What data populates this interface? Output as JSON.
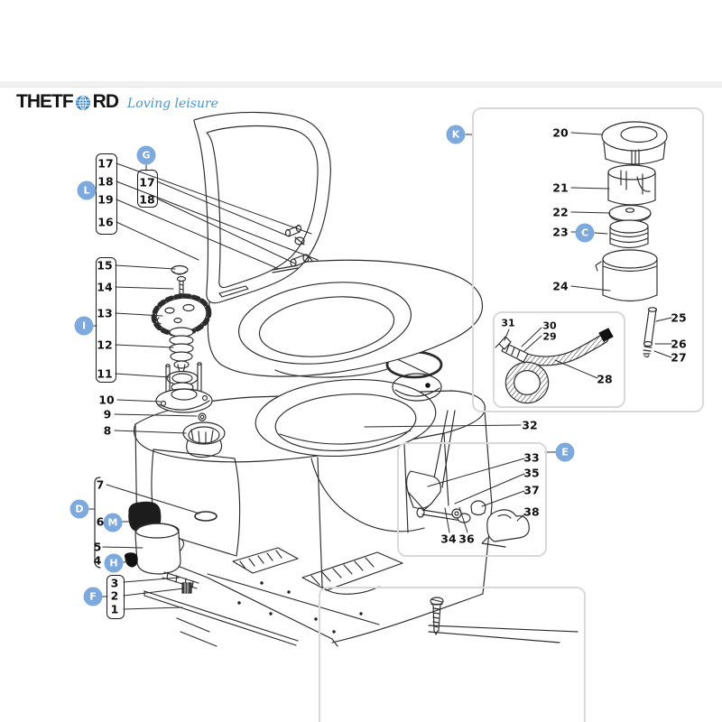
{
  "brand": {
    "name_part1": "THETF",
    "name_part2": "RD",
    "tagline": "Loving leisure"
  },
  "colors": {
    "badge_blue": "#7da9dd",
    "tagline_blue": "#4a96cc",
    "line_black": "#2b2b2b",
    "inset_border_gray": "#d9d9d9"
  },
  "badges": {
    "L": "L",
    "G": "G",
    "I": "I",
    "K": "K",
    "C": "C",
    "E": "E",
    "D": "D",
    "M": "M",
    "H": "H",
    "F": "F"
  },
  "groups": {
    "lid": [
      "17",
      "18",
      "19",
      "16"
    ],
    "hinge": [
      "17",
      "18"
    ],
    "fill": [
      "15",
      "14",
      "13",
      "12",
      "11"
    ],
    "left": [
      "10",
      "9",
      "8",
      "7",
      "6",
      "5",
      "4"
    ],
    "frame": [
      "3",
      "2",
      "1"
    ],
    "cap_inset": [
      "20",
      "21",
      "22",
      "23",
      "24",
      "25",
      "26",
      "27"
    ],
    "pump_inset": [
      "31",
      "30",
      "29",
      "28"
    ],
    "seal": [
      "32"
    ],
    "pedal_inset": [
      "33",
      "35",
      "37",
      "38",
      "34",
      "36"
    ]
  }
}
